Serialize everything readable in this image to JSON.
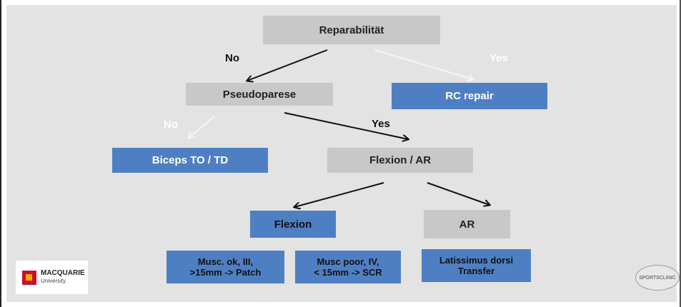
{
  "diagram": {
    "nodes": {
      "reparabilitaet": "Reparabilität",
      "pseudoparese": "Pseudoparese",
      "rc_repair": "RC repair",
      "biceps": "Biceps TO / TD",
      "flexion_ar": "Flexion / AR",
      "flexion": "Flexion",
      "ar": "AR",
      "musc_ok_line1": "Musc. ok, III,",
      "musc_ok_line2": ">15mm -> Patch",
      "musc_poor_line1": "Musc poor, IV,",
      "musc_poor_line2": "< 15mm -> SCR",
      "latissimus_line1": "Latissimus dorsi",
      "latissimus_line2": "Transfer"
    },
    "edge_labels": {
      "no_top": "No",
      "yes_top": "Yes",
      "no_mid": "No",
      "yes_mid": "Yes"
    },
    "colors": {
      "background": "#e3e3e3",
      "grey_box": "#c8c8c8",
      "blue_box": "#4f7fc3",
      "arrow_dark": "#111111",
      "arrow_faint": "#f5f5f5"
    }
  },
  "logos": {
    "left_name": "MACQUARIE",
    "left_sub": "University",
    "right_name": "SPORTSCLINIC"
  }
}
